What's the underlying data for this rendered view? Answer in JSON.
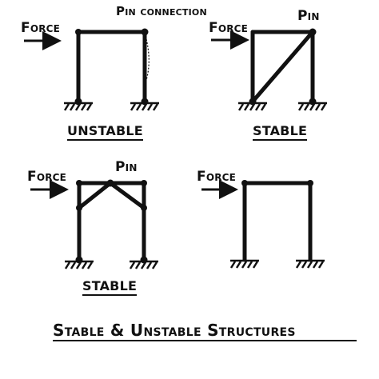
{
  "title": "Stable & Unstable Structures",
  "panels": {
    "top_left": {
      "force": "Force",
      "pin": "Pin connection",
      "caption": "UNSTABLE"
    },
    "top_right": {
      "force": "Force",
      "pin": "Pin",
      "caption": "STABLE"
    },
    "bottom_left": {
      "force": "Force",
      "pin": "Pin",
      "caption": "STABLE"
    },
    "bottom_right": {
      "force": "Force"
    }
  },
  "colors": {
    "ink": "#111111",
    "background": "#ffffff"
  }
}
